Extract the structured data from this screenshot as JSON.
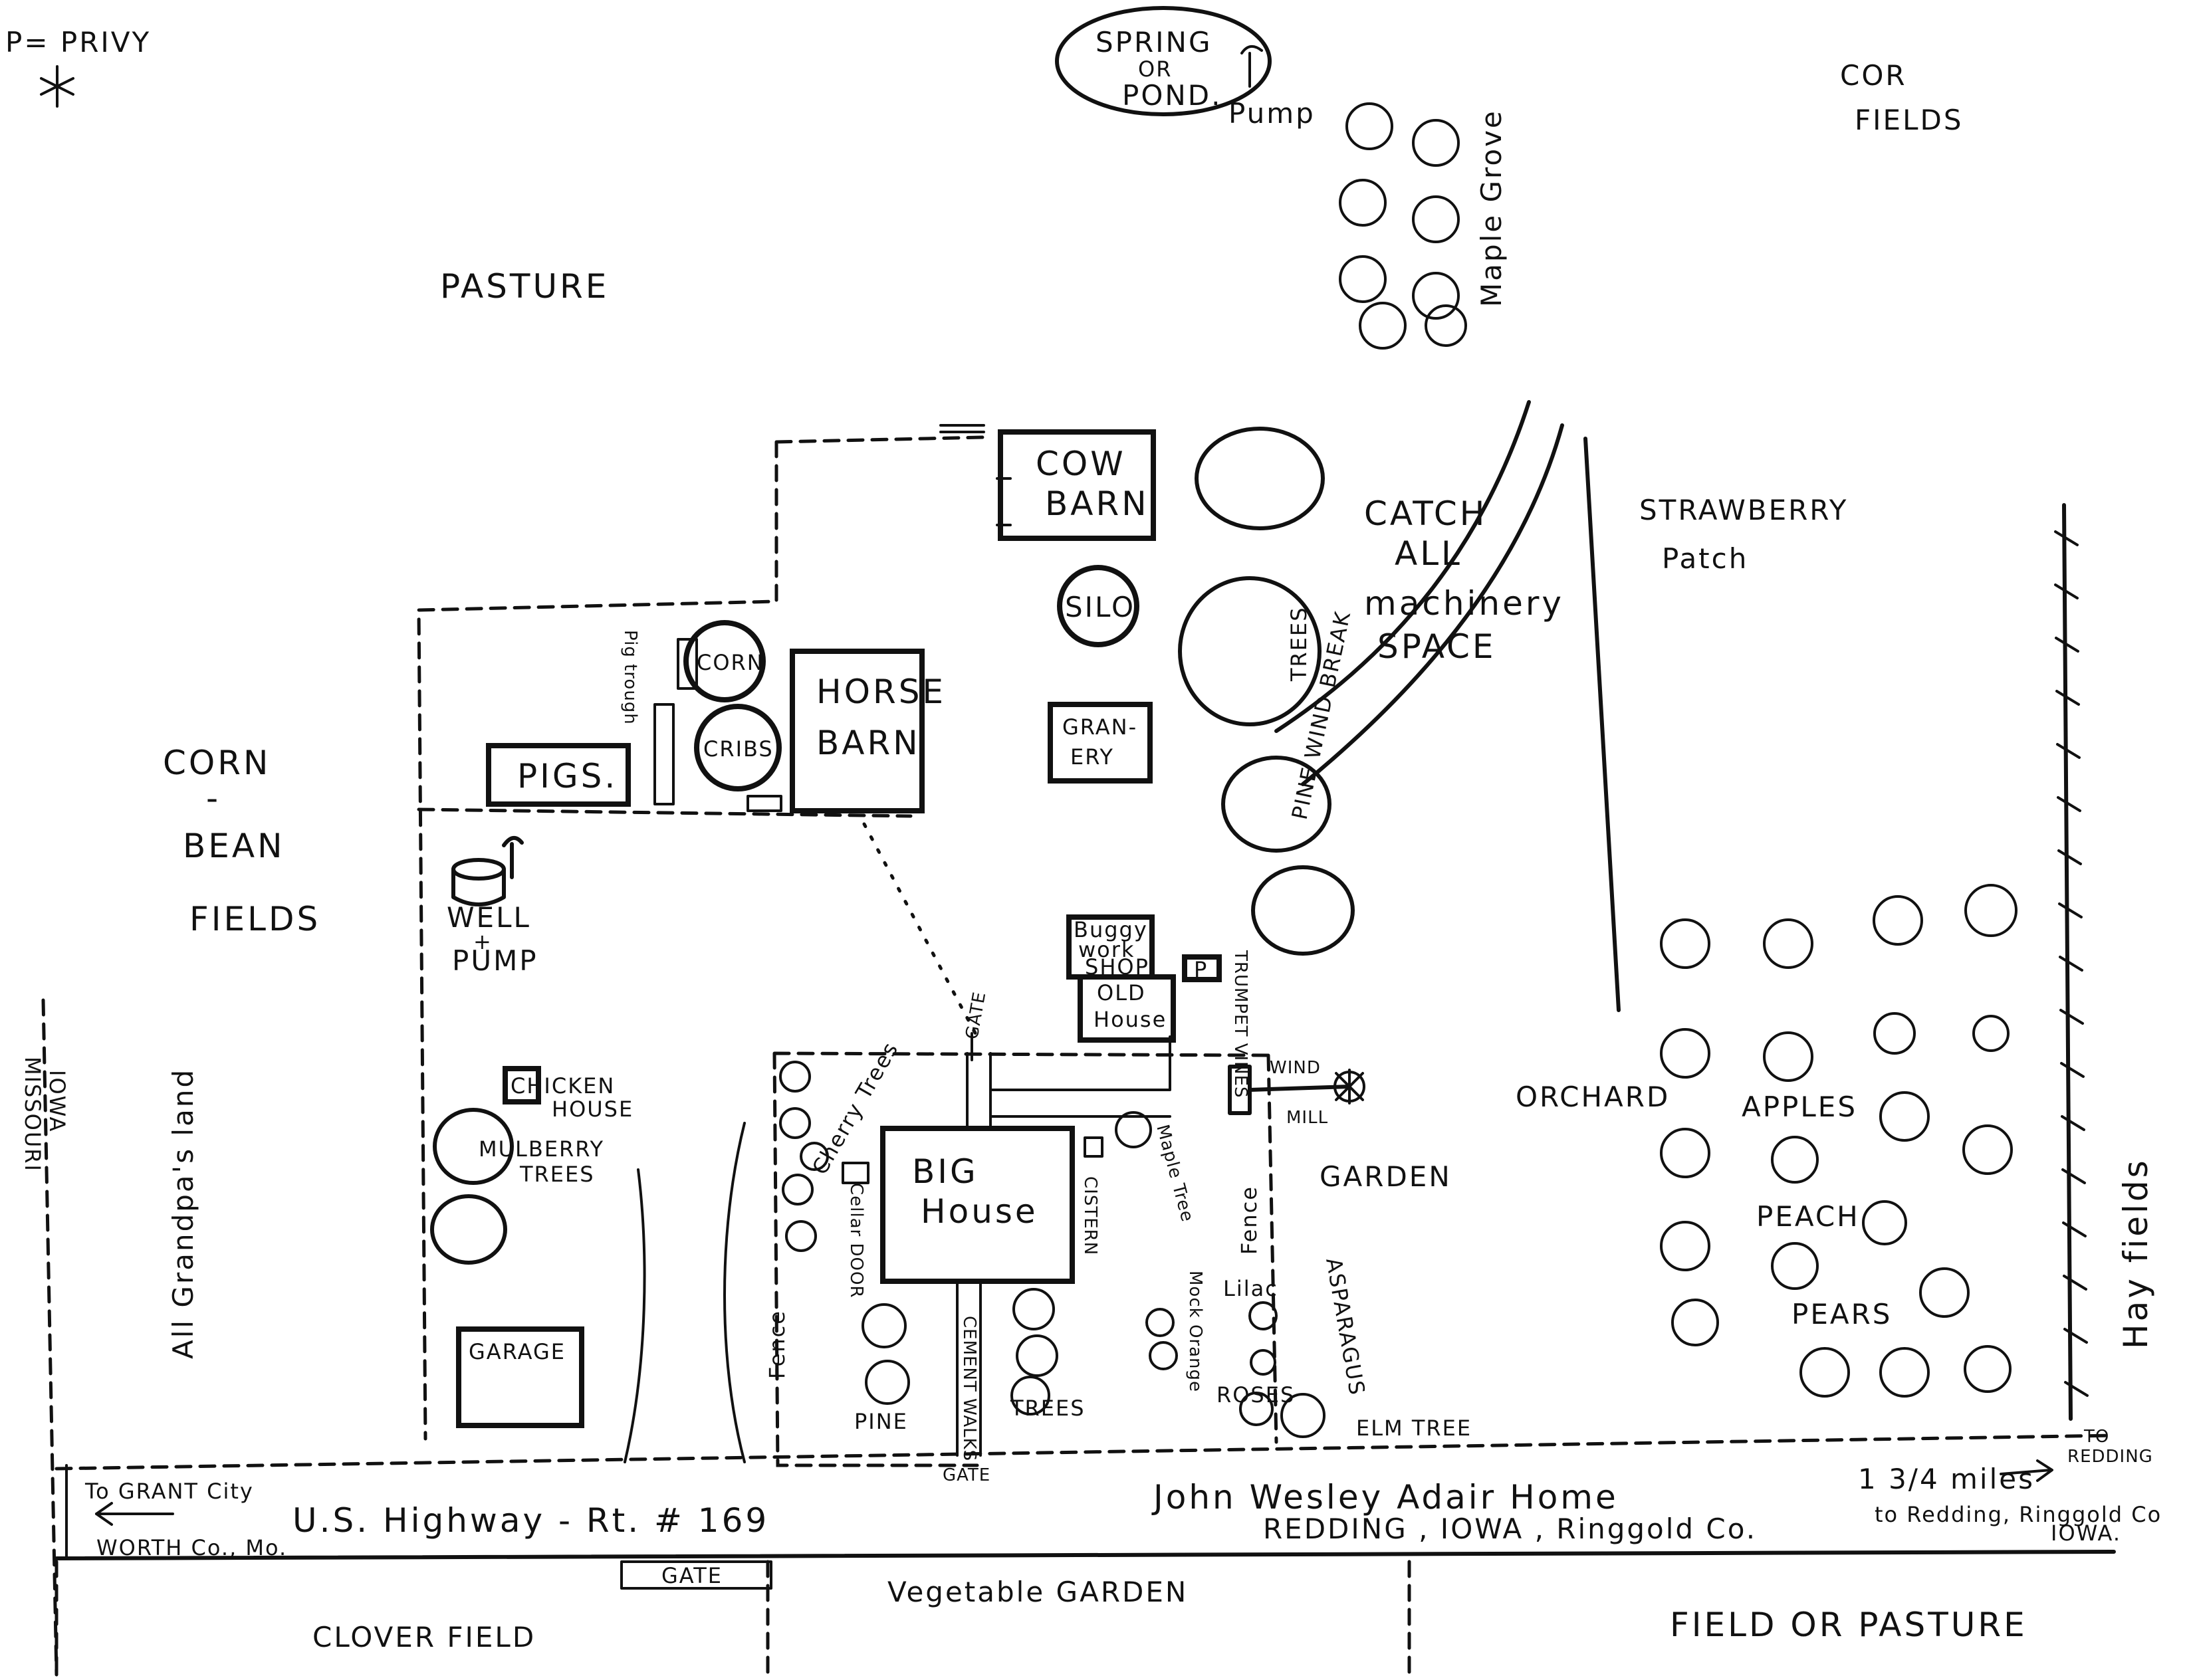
{
  "privy_legend": "P= PRIVY",
  "labels": {
    "spring_or_pond": [
      "SPRING",
      "OR",
      "POND."
    ],
    "pump_top": "Pump",
    "cor_fields": [
      "COR",
      "FIELDS"
    ],
    "maple_grove": "Maple Grove",
    "pasture": "PASTURE",
    "strawberry": [
      "STRAWBERRY",
      "Patch"
    ],
    "catch_all": [
      "CATCH",
      "ALL",
      "machinery",
      "SPACE"
    ],
    "trees_vertical": "TREES",
    "pine_windbreak": "PINE WIND BREAK",
    "cow_barn": [
      "COW",
      "BARN"
    ],
    "silo": "SILO",
    "corn_crib": "CORN",
    "cribs": "CRIBS",
    "pig_trough": "Pig trough",
    "pigs": "PIGS.",
    "horse_barn": [
      "HORSE",
      "BARN"
    ],
    "granery": [
      "GRAN-",
      "ERY"
    ],
    "corn_bean_fields": [
      "CORN",
      "-",
      "BEAN",
      "FIELDS"
    ],
    "well_pump": [
      "WELL",
      "+",
      "PUMP"
    ],
    "buggy_shop": [
      "Buggy",
      "work",
      "SHOP"
    ],
    "privy_box": "P",
    "old_house": [
      "OLD",
      "House"
    ],
    "trumpet_vines": "TRUMPET VINES",
    "gate_top": "GATE",
    "windmill": [
      "WIND",
      "MILL"
    ],
    "chicken_house": [
      "CHICKEN",
      "HOUSE"
    ],
    "mulberry": [
      "MULBERRY",
      "TREES"
    ],
    "cherry_trees": "Cherry Trees",
    "cellar_door": "Cellar DOOR",
    "big_house": [
      "BIG",
      "House"
    ],
    "cistern": "CISTERN",
    "maple_tree": "Maple Tree",
    "fence_right": "Fence",
    "fence_left": "Fence",
    "garden": "GARDEN",
    "orchard": "ORCHARD",
    "apples": "APPLES",
    "peach": "PEACH",
    "pears": "PEARS",
    "hay_fields": "Hay fields",
    "lilac": "Lilac",
    "asparagus": "ASPARAGUS",
    "mock_orange": "Mock Orange",
    "roses": "ROSES",
    "elm_tree": "ELM TREE",
    "pine": "PINE",
    "cement_walks": "CEMENT WALKS",
    "trees_front": "TREES",
    "gate_front": "GATE",
    "garage": "GARAGE",
    "grandpa_land": "All Grandpa's land",
    "iowa_missouri": [
      "IOWA",
      "MISSOURI"
    ],
    "to_grant_city": "To GRANT City",
    "worth_co": "WORTH Co., Mo.",
    "highway": "U.S. Highway - Rt. # 169",
    "title": "John Wesley Adair Home",
    "subtitle": "REDDING , IOWA , Ringgold Co.",
    "to_redding": [
      "TO",
      "REDDING"
    ],
    "miles_note": [
      "1 3/4 miles",
      "to Redding, Ringgold Co",
      "IOWA."
    ],
    "gate_bottom": "GATE",
    "vegetable_garden": "Vegetable GARDEN",
    "clover_field": "CLOVER FIELD",
    "field_or_pasture": "FIELD OR PASTURE"
  }
}
